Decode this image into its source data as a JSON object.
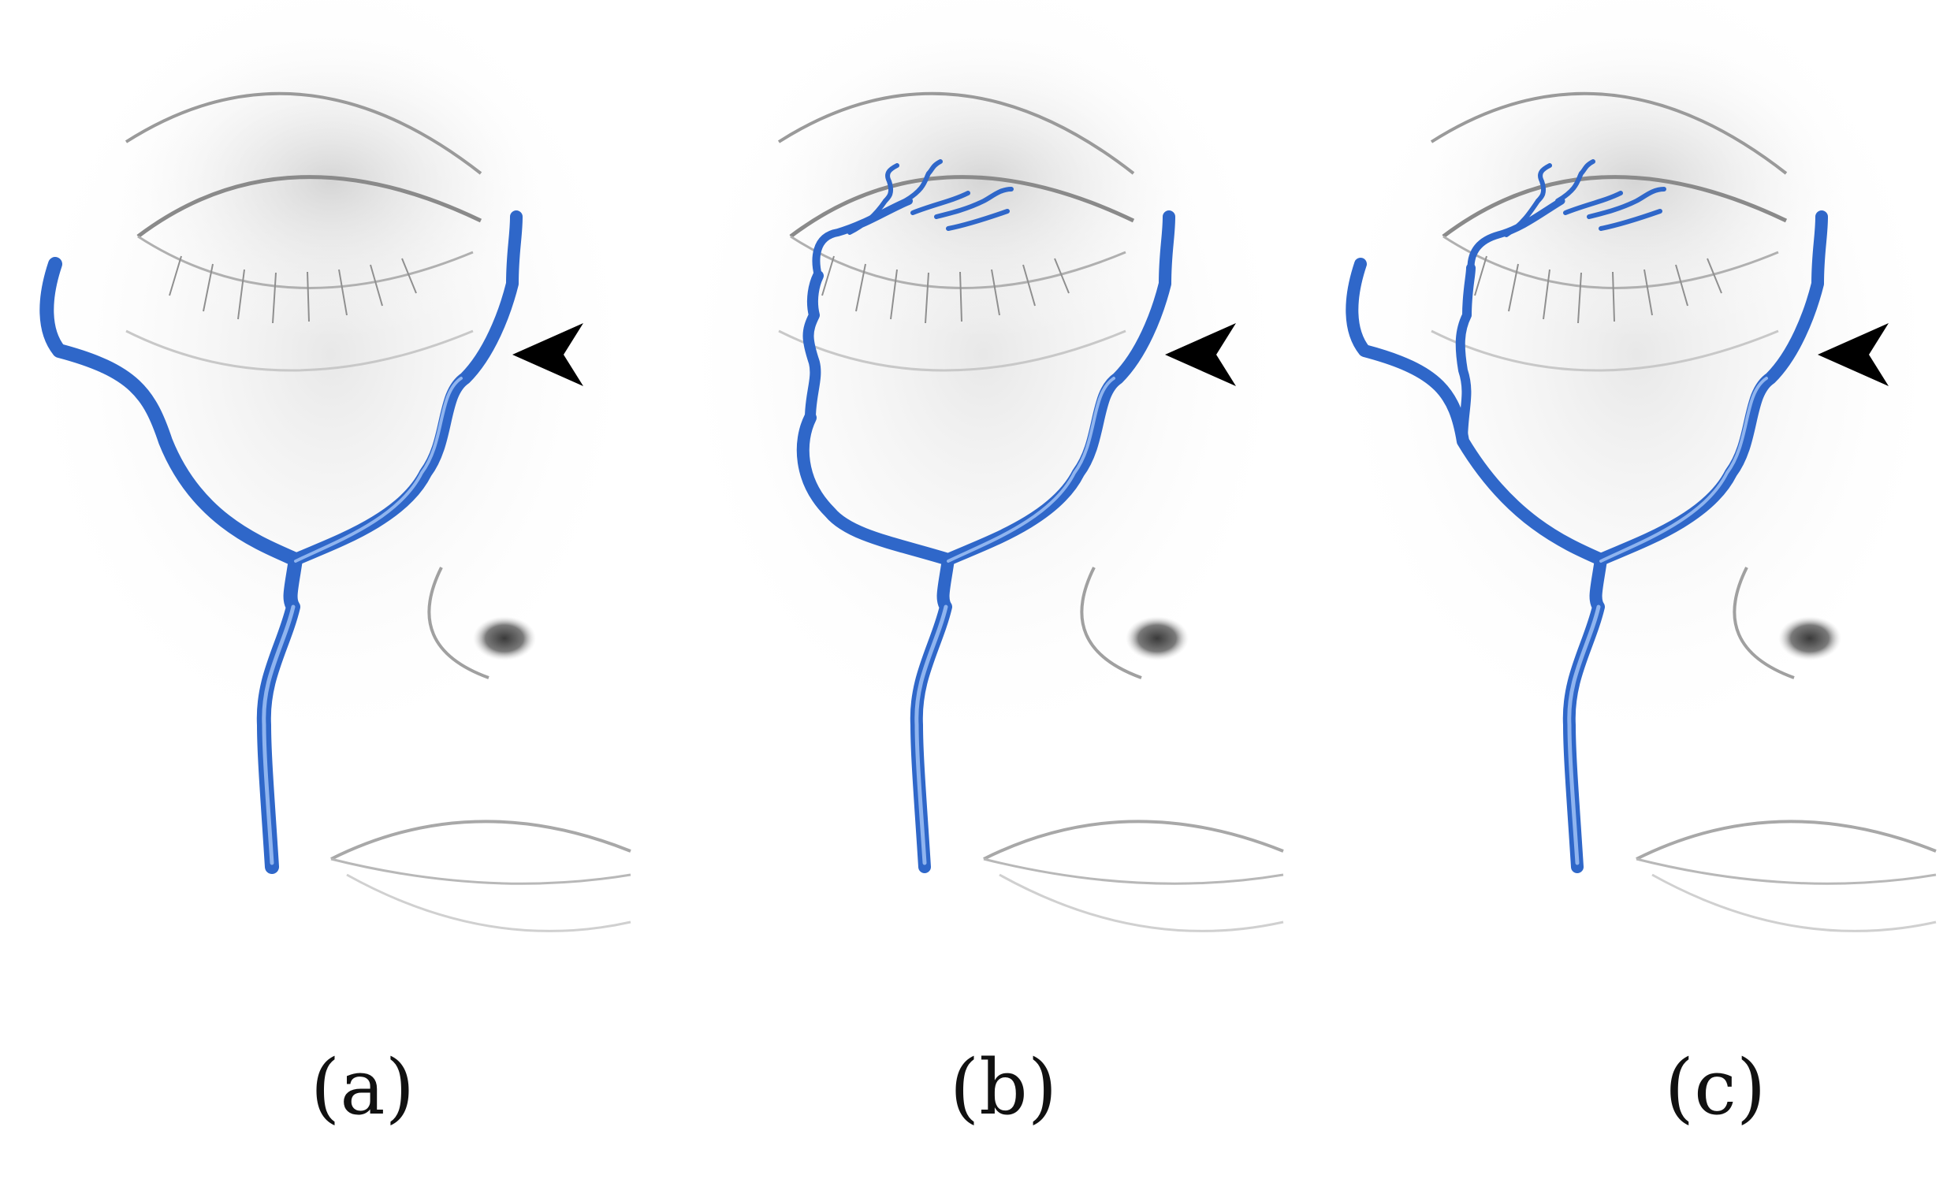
{
  "panels": [
    {
      "id": "a",
      "label": "(a)",
      "variant": "simple"
    },
    {
      "id": "b",
      "label": "(b)",
      "variant": "orbital-plexus"
    },
    {
      "id": "c",
      "label": "(c)",
      "variant": "double-branch"
    }
  ],
  "colors": {
    "vein": "#2f67c9",
    "vein_highlight": "#8fb4ef",
    "arrowhead": "#000000",
    "skin_shade": "#9a9a9a",
    "label": "#111111"
  },
  "icons": {
    "arrowhead": "black-arrowhead-icon"
  }
}
